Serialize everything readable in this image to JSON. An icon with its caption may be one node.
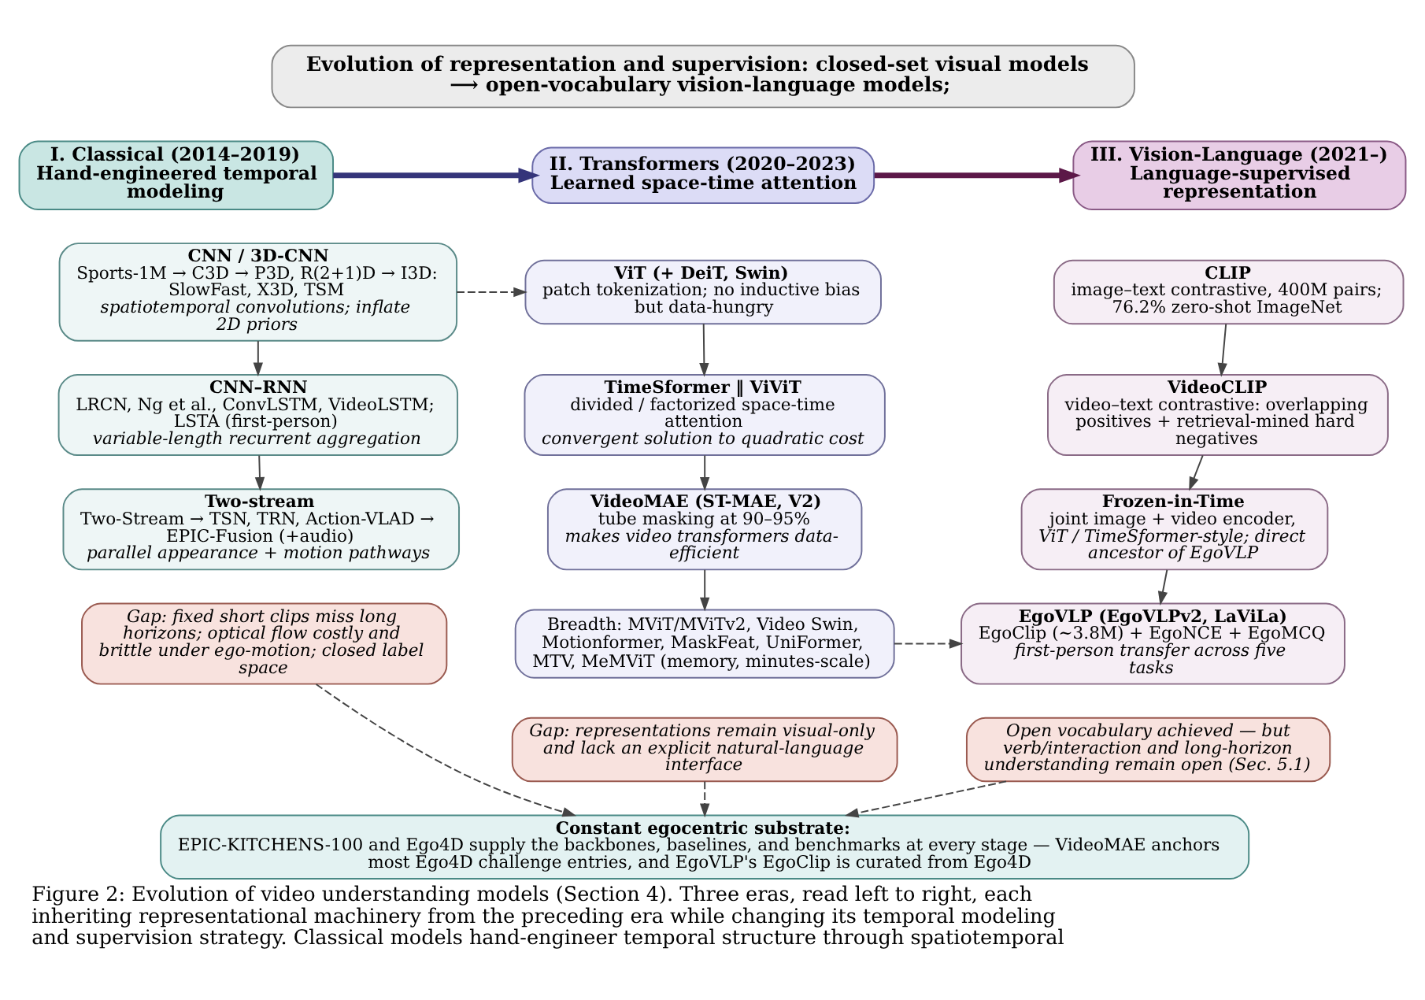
{
  "diagram": {
    "title": "Evolution of representation and supervision: closed-set visual models ⟶ open-vocabulary vision-language models;",
    "caption": "Figure 2: Evolution of video understanding models (Section 4). Three eras, read left to right, each inheriting representational machinery from the preceding era while changing its temporal modeling and supervision strategy. Classical models hand-engineer temporal structure through spatiotemporal",
    "nodes": [
      {
        "text": [
          "I. Classical (2014–2019)",
          "Hand-engineered temporal modeling"
        ]
      },
      {
        "text": [
          "CNN / 3D-CNN",
          "Sports-1M → C3D → P3D, R(2+1)D → I3D: SlowFast, X3D, TSM",
          "spatiotemporal convolutions; inflate 2D priors"
        ]
      },
      {
        "text": [
          "CNN–RNN",
          "LRCN, Ng et al., ConvLSTM, VideoLSTM; LSTA (first-person)",
          "variable-length recurrent aggregation"
        ]
      },
      {
        "text": [
          "Two-stream",
          "Two-Stream → TSN, TRN, Action-VLAD → EPIC-Fusion (+audio)",
          "parallel appearance + motion pathways"
        ]
      },
      {
        "text": [
          "Gap: fixed short clips miss long horizons; optical flow costly and brittle under ego-motion; closed label space"
        ]
      },
      {
        "text": [
          "II. Transformers (2020–2023)",
          "Learned space-time attention"
        ]
      },
      {
        "text": [
          "ViT (+ DeiT, Swin)",
          "patch tokenization; no inductive bias but data-hungry"
        ]
      },
      {
        "text": [
          "TimeSformer ‖ ViViT",
          "divided / factorized space-time attention",
          "convergent solution to quadratic cost"
        ]
      },
      {
        "text": [
          "VideoMAE (ST-MAE, V2)",
          "tube masking at 90–95%",
          "makes video transformers data-efficient"
        ]
      },
      {
        "text": [
          "Breadth: MViT/MViTv2, Video Swin, Motionformer, MaskFeat, UniFormer, MTV, MeMViT (memory, minutes-scale)"
        ]
      },
      {
        "text": [
          "Gap: representations remain visual-only and lack an explicit natural-language interface"
        ]
      },
      {
        "text": [
          "III. Vision-Language (2021–)",
          "Language-supervised representation"
        ]
      },
      {
        "text": [
          "CLIP",
          "image–text contrastive, 400M pairs; 76.2% zero-shot ImageNet"
        ]
      },
      {
        "text": [
          "VideoCLIP",
          "video–text contrastive: overlapping positives + retrieval-mined hard negatives"
        ]
      },
      {
        "text": [
          "Frozen-in-Time",
          "joint image + video encoder,",
          "ViT / TimeSformer-style; direct ancestor of EgoVLP"
        ]
      },
      {
        "text": [
          "EgoVLP (EgoVLPv2, LaViLa)",
          "EgoClip (∼3.8M) + EgoNCE + EgoMCQ",
          "first-person transfer across five tasks"
        ]
      },
      {
        "text": [
          "Open vocabulary achieved — but verb/interaction and long-horizon understanding remain open (Sec. 5.1)"
        ]
      },
      {
        "text": [
          "Constant egocentric substrate:",
          "EPIC-KITCHENS-100 and Ego4D supply the backbones, baselines, and benchmarks at every stage — VideoMAE anchors most Ego4D challenge entries, and EgoVLP's EgoClip is curated from Ego4D"
        ]
      }
    ],
    "edges": [
      {
        "from": 0,
        "to": 5,
        "arrow": "to",
        "style": "thick",
        "color": "#35357a"
      },
      {
        "from": 5,
        "to": 11,
        "arrow": "to",
        "style": "thick",
        "color": "#5c1848"
      },
      {
        "from": 1,
        "to": 2,
        "arrow": "to"
      },
      {
        "from": 2,
        "to": 3,
        "arrow": "to"
      },
      {
        "from": 1,
        "to": 6,
        "arrow": "to",
        "style": "dashed"
      },
      {
        "from": 6,
        "to": 7,
        "arrow": "to"
      },
      {
        "from": 7,
        "to": 8,
        "arrow": "to"
      },
      {
        "from": 8,
        "to": 9,
        "arrow": "to"
      },
      {
        "from": 9,
        "to": 15,
        "arrow": "to",
        "style": "dashed"
      },
      {
        "from": 12,
        "to": 13,
        "arrow": "to"
      },
      {
        "from": 13,
        "to": 14,
        "arrow": "to"
      },
      {
        "from": 14,
        "to": 15,
        "arrow": "to"
      },
      {
        "from": 4,
        "to": 17,
        "arrow": "to",
        "style": "dashed"
      },
      {
        "from": 10,
        "to": 17,
        "arrow": "to",
        "style": "dashed"
      },
      {
        "from": 16,
        "to": 17,
        "arrow": "to",
        "style": "dashed"
      }
    ]
  }
}
